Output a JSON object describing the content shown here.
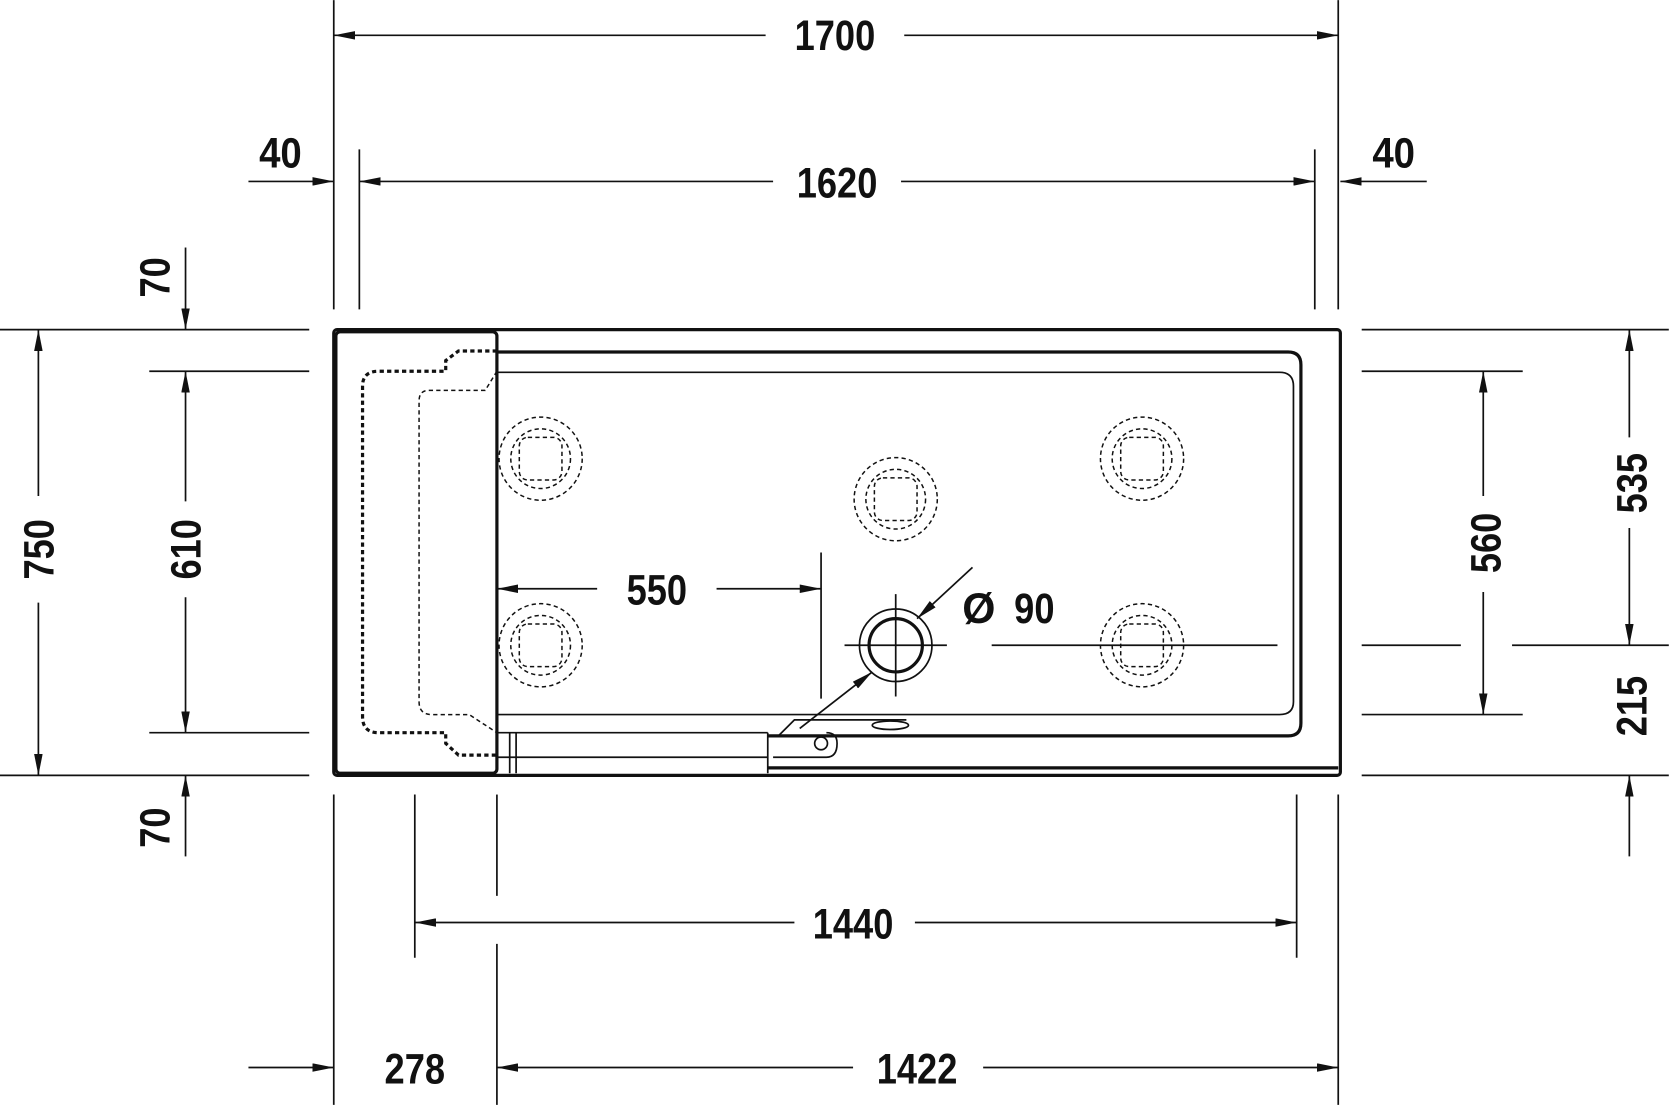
{
  "drawing": {
    "unit_hint": "mm",
    "dimensions": {
      "overall_length": "1700",
      "inner_length": "1620",
      "left_offset": "40",
      "right_offset": "40",
      "overall_width": "750",
      "inner_width": "610",
      "top_offset": "70",
      "bottom_offset": "70",
      "drain_distance": "550",
      "drain_diameter": "90",
      "diameter_symbol": "Ø",
      "basin_width": "560",
      "drain_from_top": "535",
      "drain_from_bottom": "215",
      "bottom_inner_length": "1440",
      "seat_length": "278",
      "basin_length": "1422"
    }
  }
}
